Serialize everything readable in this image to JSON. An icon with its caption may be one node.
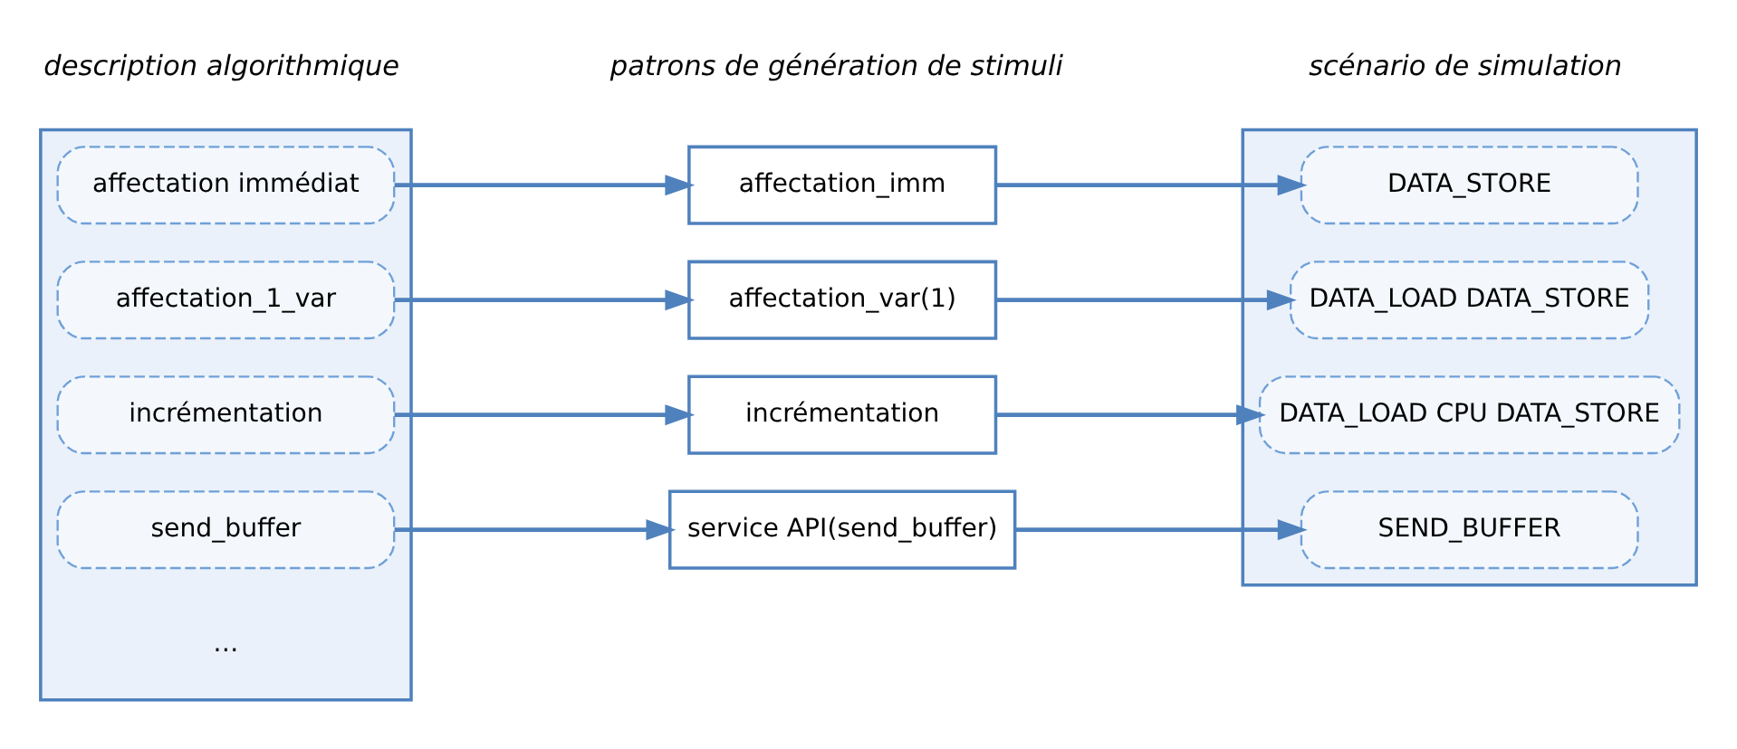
{
  "diagram": {
    "nodes": [
      {
        "text": [],
        "shape": "document"
      },
      {
        "text": [
          "affectation immédiat"
        ],
        "in": 0
      },
      {
        "text": [
          "affectation_1_var"
        ],
        "in": 0
      },
      {
        "text": [
          "incrémentation"
        ],
        "in": 0
      },
      {
        "text": [
          "send_buffer"
        ],
        "in": 0
      },
      {
        "text": [
          "affectation_imm"
        ]
      },
      {
        "text": [
          "affectation_var(1)"
        ]
      },
      {
        "text": [
          "incrémentation"
        ]
      },
      {
        "text": [
          "service API(send_buffer)"
        ]
      },
      {
        "text": [],
        "shape": "document"
      },
      {
        "text": [
          "DATA_STORE"
        ],
        "in": 9
      },
      {
        "text": [
          "DATA_LOAD DATA_STORE"
        ],
        "in": 9
      },
      {
        "text": [
          "DATA_LOAD CPU DATA_STORE"
        ],
        "in": 9
      },
      {
        "text": [
          "SEND_BUFFER"
        ],
        "in": 9
      }
    ],
    "edges": [
      {
        "from": 1,
        "to": 5,
        "arrow": "to"
      },
      {
        "from": 2,
        "to": 6,
        "arrow": "to"
      },
      {
        "from": 3,
        "to": 7,
        "arrow": "to"
      },
      {
        "from": 4,
        "to": 8,
        "arrow": "to"
      },
      {
        "from": 5,
        "to": 10,
        "arrow": "to"
      },
      {
        "from": 6,
        "to": 11,
        "arrow": "to"
      },
      {
        "from": 7,
        "to": 12,
        "arrow": "to"
      },
      {
        "from": 8,
        "to": 13,
        "arrow": "to"
      }
    ],
    "labels": [
      "…",
      "description algorithmique",
      "patrons de génération de stimuli",
      "scénario de simulation"
    ]
  }
}
